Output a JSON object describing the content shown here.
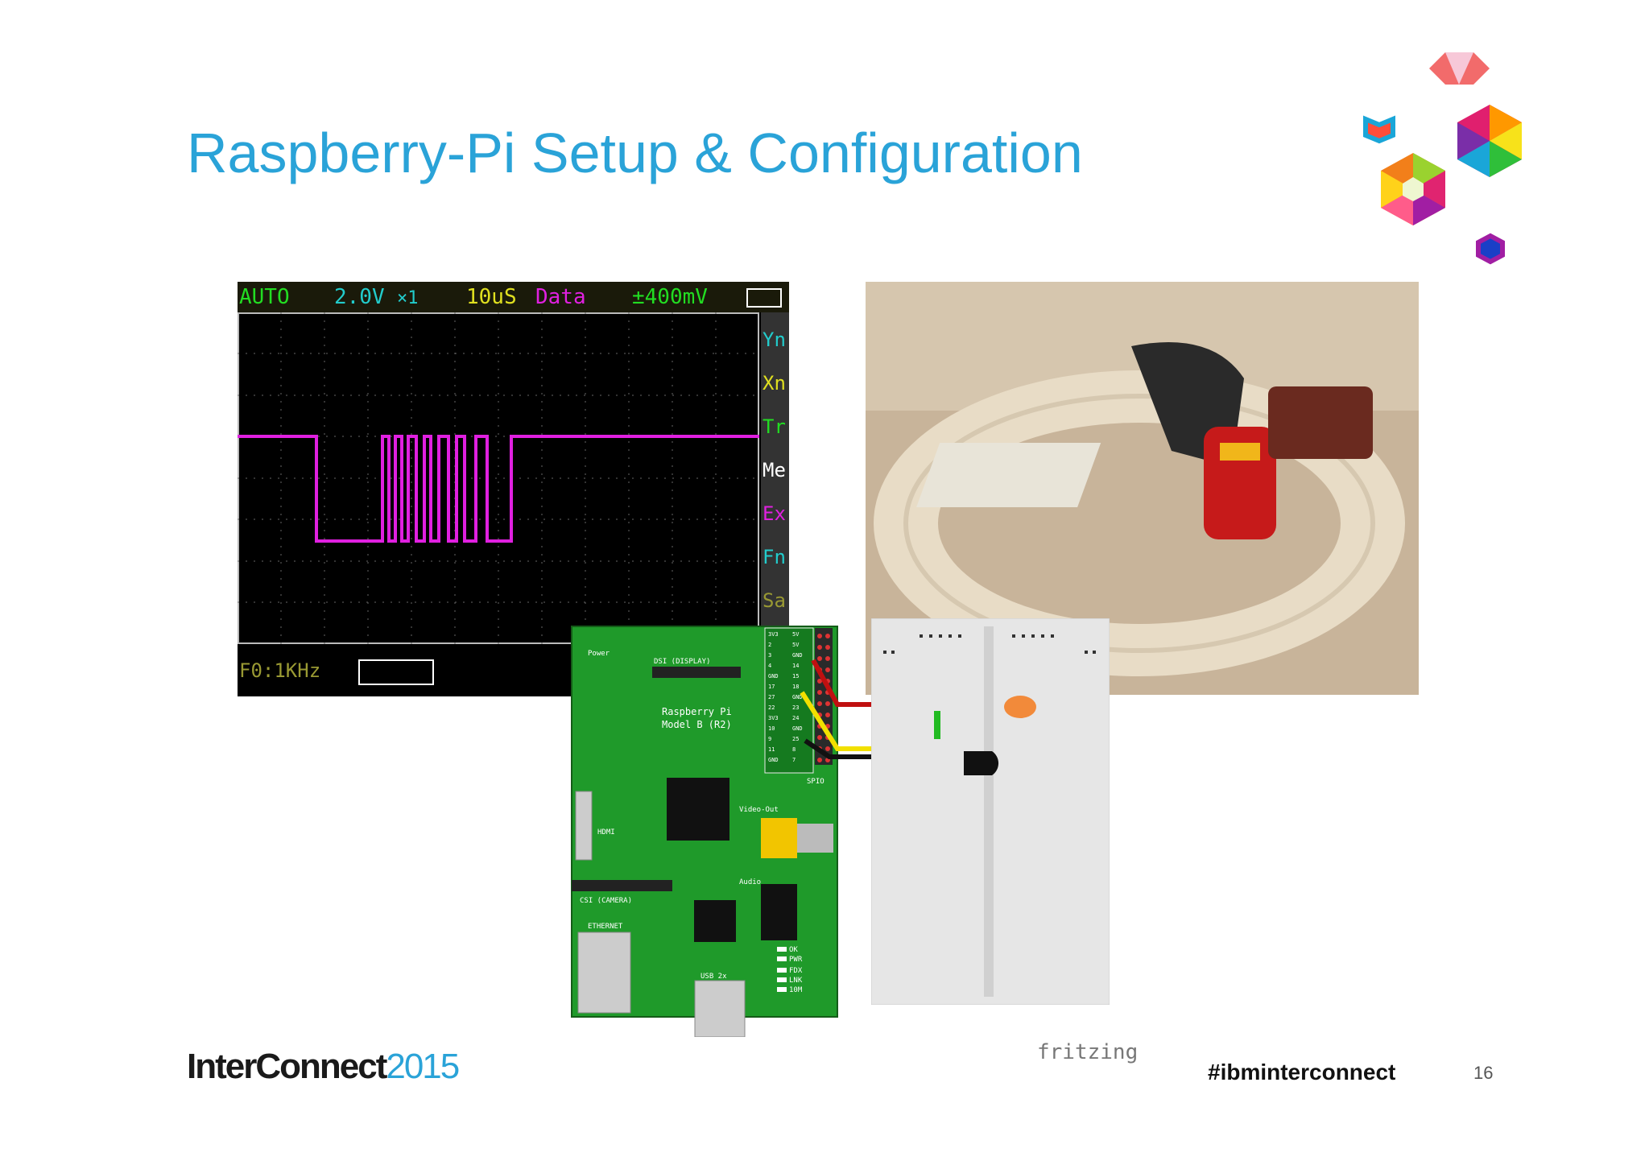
{
  "slide": {
    "title": "Raspberry-Pi Setup & Configuration",
    "page_number": "16",
    "hashtag": "#ibminterconnect",
    "brand_name": "InterConnect",
    "brand_year": "2015",
    "accent_color": "#2aa3d8"
  },
  "oscilloscope": {
    "mode": "AUTO",
    "volts": "2.0V",
    "probe": "×1",
    "timebase": "10uS",
    "label_data": "Data",
    "trigger": "±400mV",
    "side_menu": [
      "Yn",
      "Xn",
      "Tr",
      "Me",
      "Ex",
      "Fn",
      "Sa"
    ],
    "freq": "F0:1KHz",
    "trace_color": "#e020e0"
  },
  "pcb": {
    "dsi_label": "DSI (DISPLAY)",
    "csi_label": "CSI (CAMERA)",
    "power_label": "Power",
    "board_name": "Raspberry Pi",
    "board_model": "Model B (R2)",
    "hdmi_label": "HDMI",
    "video_label": "Video-Out",
    "audio_label": "Audio",
    "ethernet_label": "ETHERNET",
    "usb_label": "USB 2x",
    "spi_label": "SPIO",
    "leds": [
      "OK",
      "PWR",
      "FDX",
      "LNK",
      "10M"
    ],
    "gpio_rows": [
      [
        "3V3",
        "5V"
      ],
      [
        "2",
        "5V"
      ],
      [
        "3",
        "GND"
      ],
      [
        "4",
        "14"
      ],
      [
        "GND",
        "15"
      ],
      [
        "17",
        "18"
      ],
      [
        "27",
        "GND"
      ],
      [
        "22",
        "23"
      ],
      [
        "3V3",
        "24"
      ],
      [
        "10",
        "GND"
      ],
      [
        "9",
        "25"
      ],
      [
        "11",
        "8"
      ],
      [
        "GND",
        "7"
      ]
    ]
  },
  "footer": {
    "fritzing": "fritzing"
  }
}
